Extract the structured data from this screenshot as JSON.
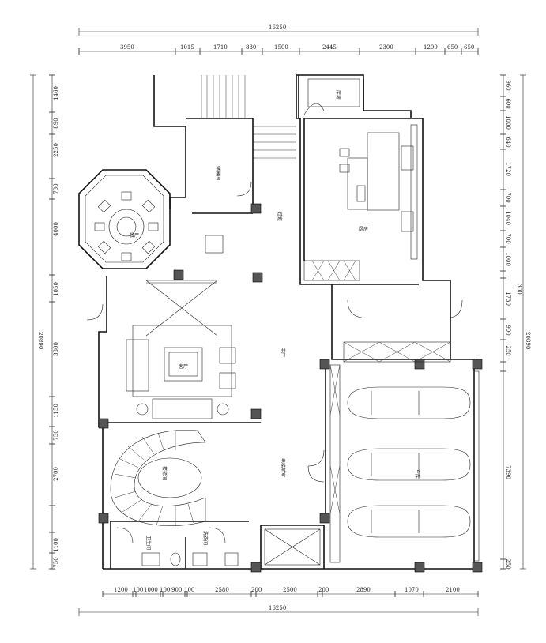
{
  "dimensions": {
    "top_total": "16250",
    "top_segments": [
      "3950",
      "1015",
      "1710",
      "830",
      "1500",
      "2445",
      "2300",
      "1200",
      "650",
      "650"
    ],
    "bottom_total": "16250",
    "bottom_segments": [
      "1200",
      "100",
      "1000",
      "100",
      "900",
      "100",
      "2580",
      "200",
      "2500",
      "200",
      "2890",
      "1070",
      "2100"
    ],
    "left_total": "20890",
    "left_segments": [
      "1460",
      "890",
      "2250",
      "730",
      "4000",
      "1050",
      "3800",
      "1150",
      "750",
      "2700",
      "1100",
      "750"
    ],
    "right_total": "20890",
    "right_segments": [
      "960",
      "600",
      "1000",
      "640",
      "1720",
      "700",
      "1040",
      "700",
      "1000",
      "300",
      "1730",
      "900",
      "250",
      "7390",
      "250"
    ]
  },
  "rooms": {
    "dining": "餐厅",
    "living": "客厅",
    "lobby": "中厅",
    "kitchen": "厨房",
    "garage": "车库",
    "elevator_hall": "电梯前室",
    "stair_hall": "楼梯间",
    "bathroom": "卫生间",
    "laundry": "洗衣间",
    "corridor": "过道",
    "storage": "储藏间",
    "pantry": "库房"
  }
}
